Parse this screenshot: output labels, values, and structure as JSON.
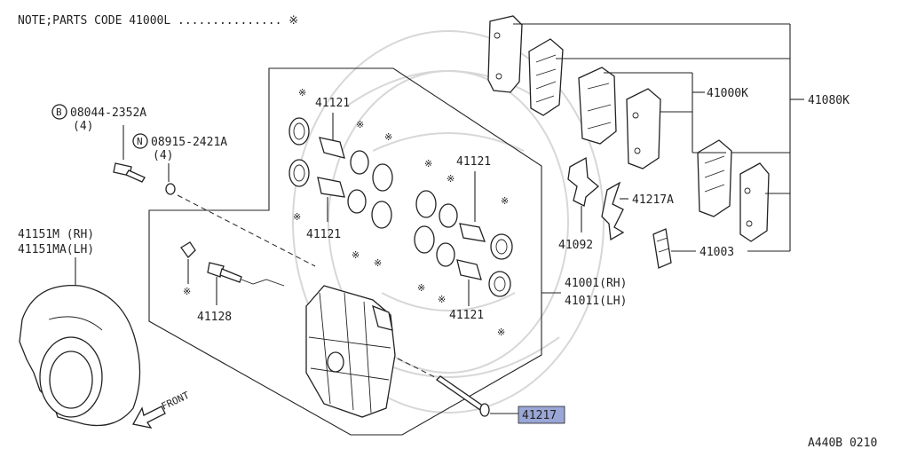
{
  "note": {
    "text": "NOTE;PARTS CODE 41000L ............... ※"
  },
  "footer": {
    "code": "A440B 0210"
  },
  "symbols": {
    "asterisk": "※",
    "bolt_marker": "B",
    "nut_marker": "N"
  },
  "parts": {
    "bolt": {
      "code": "08044-2352A",
      "qty": "(4)"
    },
    "washer": {
      "code": "08915-2421A",
      "qty": "(4)"
    },
    "shield_rh": "41151M (RH)",
    "shield_lh": "41151MA(LH)",
    "bleeder": "41128",
    "seal_upper": "41121",
    "seal_left": "41121",
    "seal_right_upper": "41121",
    "seal_right_lower": "41121",
    "caliper_rh": "41001(RH)",
    "caliper_lh": "41011(LH)",
    "pad_kit": "41000K",
    "pad_set": "41080K",
    "clip": "41217A",
    "spring": "41092",
    "shim": "41003",
    "pin": "41217"
  },
  "direction": {
    "front": "FRONT"
  },
  "colors": {
    "highlight": "#9aa6d6",
    "ink": "#222222"
  }
}
